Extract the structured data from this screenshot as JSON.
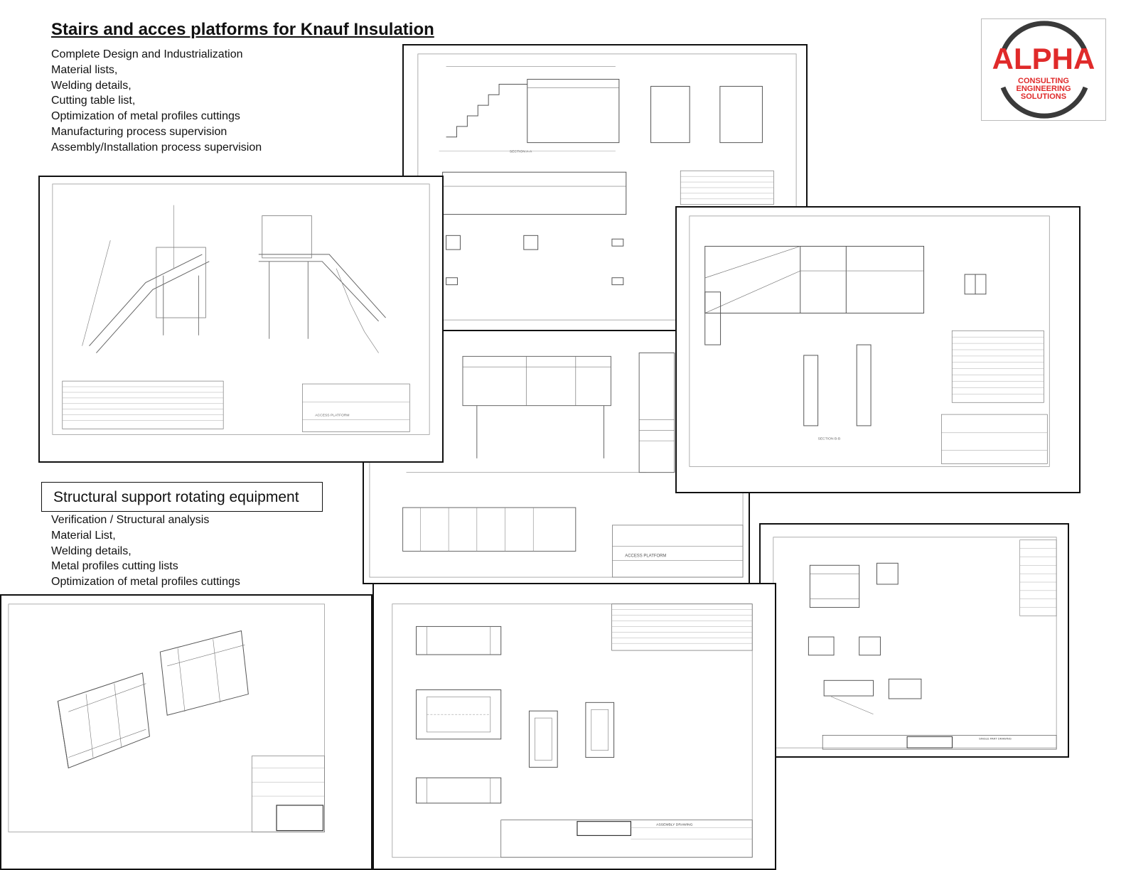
{
  "header": {
    "title": "Stairs and acces platforms for Knauf Insulation"
  },
  "section1": {
    "items": [
      "Complete Design and Industrialization",
      "Material lists,",
      "Welding details,",
      "Cutting table list,",
      "Optimization of metal profiles cuttings",
      "Manufacturing process supervision",
      "Assembly/Installation process supervision"
    ]
  },
  "section2": {
    "heading": "Structural support rotating equipment",
    "items": [
      "Verification / Structural analysis",
      "Material List,",
      "Welding details,",
      "Metal profiles cutting lists",
      "Optimization of metal profiles cuttings"
    ]
  },
  "logo": {
    "name": "ALPHA",
    "line1": "CONSULTING",
    "line2": "ENGINEERING",
    "line3": "SOLUTIONS",
    "ring_color": "#3a3a3a",
    "text_color": "#e02a2a"
  },
  "drawings": {
    "sheet_platform_iso": {
      "label": "ACCESS PLATFORM"
    },
    "sheet_stair_sections": {
      "label": "SECTION A-A"
    },
    "sheet_platform_plan": {
      "label": "SECTION B-B"
    },
    "sheet_access_platform": {
      "label": "ACCESS PLATFORM"
    },
    "sheet_frames_iso": {
      "label": ""
    },
    "sheet_assembly": {
      "label": "ASSEMBLY DRAWING"
    },
    "sheet_single_part": {
      "label": "SINGLE PART DRAWING"
    }
  }
}
